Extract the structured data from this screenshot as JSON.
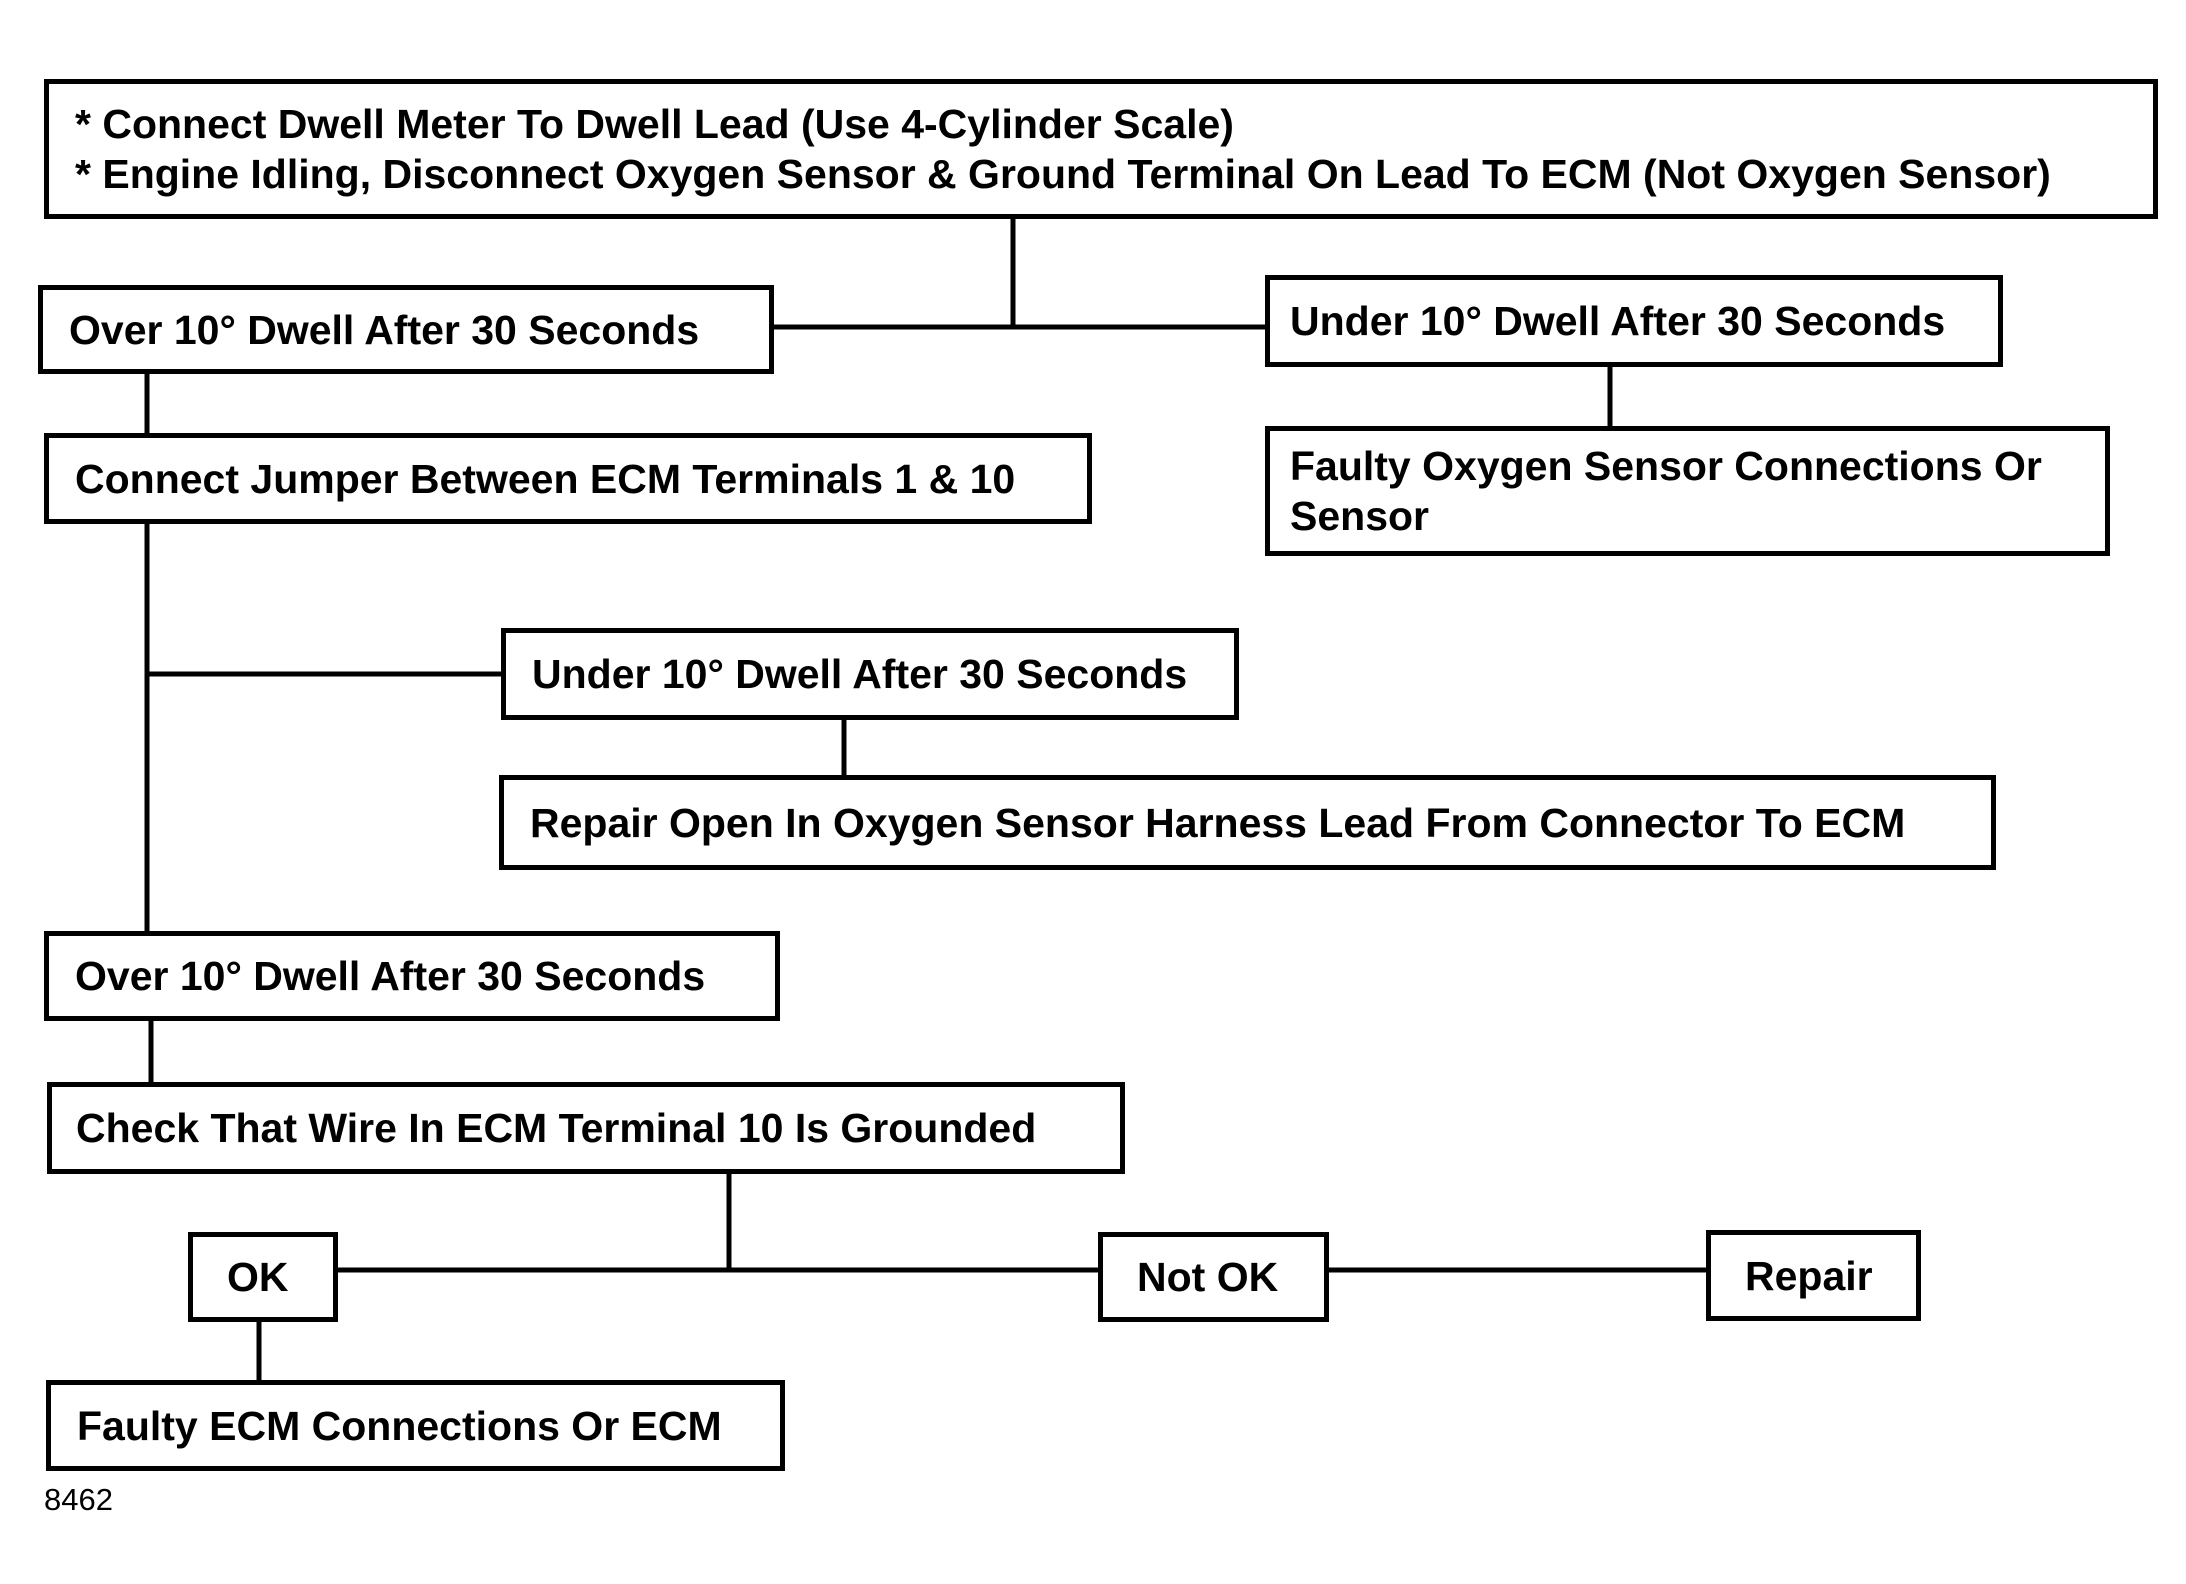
{
  "boxes": {
    "start": {
      "line1": "* Connect Dwell Meter To Dwell Lead (Use 4-Cylinder Scale)",
      "line2": "* Engine Idling, Disconnect Oxygen Sensor & Ground Terminal On Lead To ECM (Not Oxygen Sensor)"
    },
    "over_dwell_1": "Over 10° Dwell After 30 Seconds",
    "under_dwell_1": "Under 10° Dwell After 30 Seconds",
    "faulty_oxygen": {
      "line1": "Faulty Oxygen Sensor Connections Or",
      "line2": "Sensor"
    },
    "connect_jumper": "Connect Jumper Between ECM Terminals 1 & 10",
    "under_dwell_2": "Under 10° Dwell After 30 Seconds",
    "repair_open": "Repair Open In Oxygen Sensor Harness Lead From Connector To ECM",
    "over_dwell_2": "Over 10° Dwell After 30 Seconds",
    "check_wire": "Check That Wire In ECM Terminal 10 Is Grounded",
    "ok": "OK",
    "not_ok": "Not OK",
    "repair": "Repair",
    "faulty_ecm": "Faulty ECM Connections Or ECM"
  },
  "figure_number": "8462"
}
